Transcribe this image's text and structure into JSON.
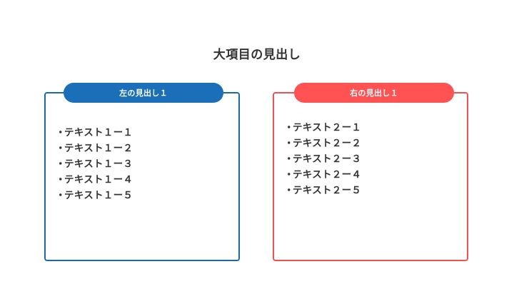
{
  "slide": {
    "title": "大項目の見出し"
  },
  "left_panel": {
    "heading": "左の見出し１",
    "accent_color": "#1a6fb8",
    "border_color": "#1a6aa8",
    "items": [
      "テキスト１ー１",
      "テキスト１ー２",
      "テキスト１ー３",
      "テキスト１ー４",
      "テキスト１ー５"
    ]
  },
  "right_panel": {
    "heading": "右の見出し１",
    "accent_color": "#ff5252",
    "border_color": "#f05252",
    "items": [
      "テキスト２ー１",
      "テキスト２ー２",
      "テキスト２ー３",
      "テキスト２ー４",
      "テキスト２ー５"
    ]
  },
  "bullet_char": "・"
}
